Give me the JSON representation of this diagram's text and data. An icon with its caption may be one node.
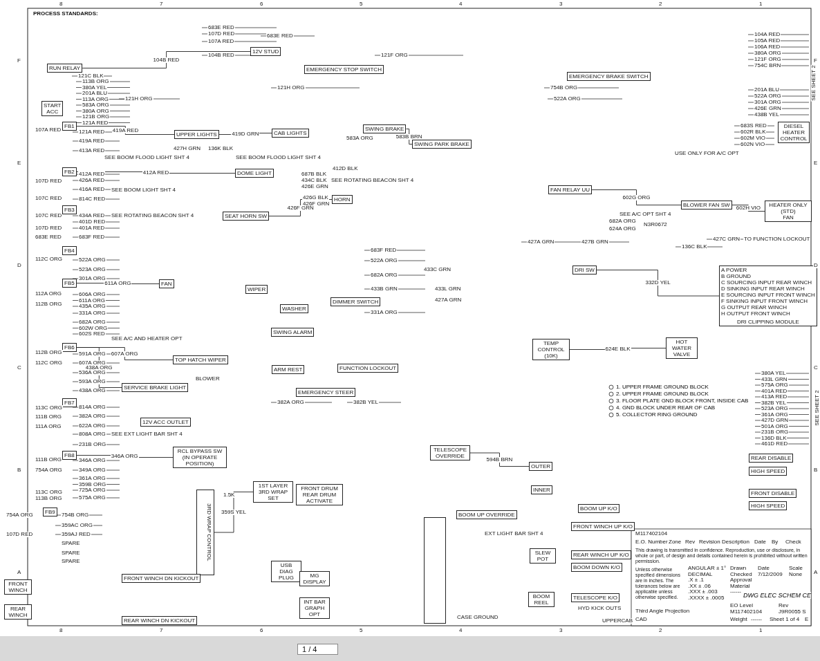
{
  "diagram": {
    "title": "DWG ELEC SCHEM CE",
    "nodes": [
      {
        "text": [
          "RUN RELAY"
        ]
      },
      {
        "text": [
          "START",
          "ACC"
        ]
      },
      {
        "text": [
          "FB1"
        ]
      },
      {
        "text": [
          "UPPER LIGHTS"
        ]
      },
      {
        "text": [
          "CAB LIGHTS"
        ]
      },
      {
        "text": [
          "DOME LIGHT"
        ]
      },
      {
        "text": [
          "FB2"
        ]
      },
      {
        "text": [
          "HORN"
        ]
      },
      {
        "text": [
          "SEAT HORN SW"
        ]
      },
      {
        "text": [
          "FB3"
        ]
      },
      {
        "text": [
          "EMERGENCY STOP SWITCH"
        ]
      },
      {
        "text": [
          "12V STUD"
        ]
      },
      {
        "text": [
          "SWING BRAKE"
        ]
      },
      {
        "text": [
          "SWING PARK BRAKE"
        ]
      },
      {
        "text": [
          "EMERGENCY BRAKE SWITCH"
        ]
      },
      {
        "text": [
          "DIESEL HEATER CONTROL"
        ]
      },
      {
        "text": [
          "FAN RELAY UU"
        ]
      },
      {
        "text": [
          "BLOWER FAN SW"
        ]
      },
      {
        "text": [
          "HEATER ONLY (STD)",
          "FAN"
        ]
      },
      {
        "text": [
          "FB4"
        ]
      },
      {
        "text": [
          "FB5"
        ]
      },
      {
        "text": [
          "FAN"
        ]
      },
      {
        "text": [
          "WIPER"
        ]
      },
      {
        "text": [
          "WASHER"
        ]
      },
      {
        "text": [
          "DIMMER SWITCH"
        ]
      },
      {
        "text": [
          "DRI SW"
        ]
      },
      {
        "text": [
          "A POWER",
          "B GROUND",
          "C SOURCING INPUT REAR WINCH",
          "D SINKING INPUT REAR WINCH",
          "E SOURCING INPUT FRONT WINCH",
          "F SINKING INPUT FRONT WINCH",
          "G OUTPUT REAR WINCH",
          "H OUTPUT FRONT WINCH",
          "DRI CLIPPING MODULE"
        ]
      },
      {
        "text": [
          "SWING ALARM"
        ]
      },
      {
        "text": [
          "FB6"
        ]
      },
      {
        "text": [
          "TOP HATCH WIPER"
        ]
      },
      {
        "text": [
          "SERVICE BRAKE LIGHT"
        ]
      },
      {
        "text": [
          "EMERGENCY STEER"
        ]
      },
      {
        "text": [
          "ARM REST"
        ]
      },
      {
        "text": [
          "FUNCTION LOCKOUT"
        ]
      },
      {
        "text": [
          "TEMP CONTROL (10K)"
        ]
      },
      {
        "text": [
          "HOT WATER VALVE"
        ]
      },
      {
        "text": [
          "FB7"
        ]
      },
      {
        "text": [
          "12V ACC OUTLET"
        ]
      },
      {
        "text": [
          "RCL BYPASS SW (IN OPERATE POSITION)"
        ]
      },
      {
        "text": [
          "FB8"
        ]
      },
      {
        "text": [
          "1ST LAYER 3RD WRAP SET"
        ]
      },
      {
        "text": [
          "FRONT DRUM REAR DRUM ACTIVATE"
        ]
      },
      {
        "text": [
          "3RD WRAP CONTROL"
        ]
      },
      {
        "text": [
          "FB9"
        ]
      },
      {
        "text": [
          "FRONT WINCH"
        ]
      },
      {
        "text": [
          "REAR WINCH"
        ]
      },
      {
        "text": [
          "USB DIAG PLUG"
        ]
      },
      {
        "text": [
          "MG DISPLAY"
        ]
      },
      {
        "text": [
          "INT BAR GRAPH OPT"
        ]
      },
      {
        "text": [],
        "shape": "box"
      },
      {
        "text": [
          "TELESCOPE OVERRIDE"
        ]
      },
      {
        "text": [
          "OUTER"
        ]
      },
      {
        "text": [
          "INNER"
        ]
      },
      {
        "text": [
          "BOOM UP OVERRIDE"
        ]
      },
      {
        "text": [
          "BOOM UP K/O"
        ]
      },
      {
        "text": [
          "FRONT WINCH UP K/O"
        ]
      },
      {
        "text": [
          "REAR WINCH UP K/O"
        ]
      },
      {
        "text": [
          "BOOM DOWN K/O"
        ]
      },
      {
        "text": [
          "TELESCOPE K/O"
        ]
      },
      {
        "text": [
          "SLEW POT"
        ]
      },
      {
        "text": [
          "BOOM REEL"
        ]
      },
      {
        "text": [
          "REAR DISABLE"
        ]
      },
      {
        "text": [
          "HIGH SPEED"
        ]
      },
      {
        "text": [
          "FRONT DISABLE"
        ]
      },
      {
        "text": [
          "HIGH SPEED"
        ]
      },
      {
        "text": [
          "FRONT WINCH DN KICKOUT"
        ]
      },
      {
        "text": [
          "REAR WINCH DN KICKOUT"
        ]
      }
    ],
    "edges": [
      {
        "from": 0,
        "to": 11,
        "arrow": "none",
        "label": "104B RED"
      },
      {
        "from": 2,
        "to": 3,
        "arrow": "none",
        "label": "419A RED"
      },
      {
        "from": 3,
        "to": 4,
        "arrow": "none",
        "label": "419D GRN"
      },
      {
        "from": 6,
        "to": 5,
        "arrow": "none",
        "label": "412A RED"
      },
      {
        "from": 8,
        "to": 7,
        "arrow": "none",
        "label": "426F GRN"
      },
      {
        "from": 12,
        "to": 13,
        "arrow": "none",
        "label": "583B BRN"
      },
      {
        "from": 34,
        "to": 35,
        "arrow": "none",
        "label": "624E BLK"
      },
      {
        "from": 16,
        "to": 17,
        "arrow": "none",
        "label": "602G ORG"
      },
      {
        "from": 17,
        "to": 18,
        "arrow": "none",
        "label": "602H VIO"
      },
      {
        "from": 25,
        "to": 26,
        "arrow": "none",
        "label": "332D YEL"
      },
      {
        "from": 20,
        "to": 21,
        "arrow": "none",
        "label": "611A ORG"
      },
      {
        "from": 28,
        "to": 29,
        "arrow": "none",
        "label": "607A ORG"
      },
      {
        "from": 28,
        "to": 30,
        "arrow": "none",
        "label": "438A ORG"
      },
      {
        "from": 39,
        "to": 38,
        "arrow": "none",
        "label": "346A ORG"
      },
      {
        "from": 42,
        "to": 40,
        "arrow": "none",
        "label": "359S YEL"
      },
      {
        "from": 50,
        "to": 51,
        "arrow": "none",
        "label": "594B BRN"
      }
    ],
    "labels": [
      "8",
      "7",
      "6",
      "5",
      "4",
      "3",
      "2",
      "1",
      "F",
      "E",
      "D",
      "C",
      "B",
      "A",
      "F",
      "E",
      "D",
      "C",
      "B",
      "A",
      "8",
      "7",
      "6",
      "5",
      "4",
      "3",
      "2",
      "1",
      "PROCESS STANDARDS:",
      "683E RED",
      "107D RED",
      "107A RED",
      "104B RED",
      "683E RED",
      "121H ORG",
      "121F ORG",
      "754B ORG",
      "522A ORG",
      "104A RED",
      "105A RED",
      "106A RED",
      "380A ORG",
      "121F ORG",
      "754C BRN",
      "SEE SHEET 2",
      "201A BLU",
      "522A ORG",
      "301A ORG",
      "426E GRN",
      "438B YEL",
      "683S RED",
      "602R BLK",
      "602M VIO",
      "602N VIO",
      "380A YEL",
      "433L GRN",
      "575A ORG",
      "401A RED",
      "413A RED",
      "382B YEL",
      "523A ORG",
      "361A ORG",
      "427D GRN",
      "501A ORG",
      "231B ORG",
      "136D BLK",
      "461D RED",
      "SEE SHEET 2",
      "121C BLK",
      "113B ORG",
      "380A YEL",
      "201A BLU",
      "113A ORG",
      "583A ORG",
      "380A ORG",
      "121B ORG",
      "121A RED",
      "121H ORG",
      "121A RED",
      "419A RED",
      "413A RED",
      "412A RED",
      "426A RED",
      "416A RED",
      "814C RED",
      "434A RED",
      "401D RED",
      "401A RED",
      "683F RED",
      "522A ORG",
      "523A ORG",
      "301A ORG",
      "606A ORG",
      "611A ORG",
      "435A ORG",
      "331A ORG",
      "682A ORG",
      "602W ORG",
      "602S RED",
      "591A ORG",
      "607A ORG",
      "536A ORG",
      "593A ORG",
      "438A ORG",
      "814A ORG",
      "382A ORG",
      "622A ORG",
      "808A ORG",
      "231B ORG",
      "346A ORG",
      "349A ORG",
      "361A ORG",
      "359B ORG",
      "725A ORG",
      "575A ORG",
      "754B ORG",
      "359AC ORG",
      "359AJ RED",
      "SPARE",
      "SPARE",
      "SPARE",
      "107A RED",
      "107D RED",
      "107C RED",
      "107C RED",
      "107D RED",
      "683E RED",
      "112C ORG",
      "112A ORG",
      "112B ORG",
      "112B ORG",
      "112C ORG",
      "113C ORG",
      "111B ORG",
      "111A ORG",
      "111B ORG",
      "754A ORG",
      "113C ORG",
      "113B ORG",
      "754A ORG",
      "107D RED",
      "SEE BOOM FLOOD LIGHT SHT 4",
      "427H GRN",
      "136K BLK",
      "SEE BOOM FLOOD LIGHT SHT 4",
      "SEE BOOM LIGHT SHT 4",
      "SEE ROTATING BEACON SHT 4",
      "412D BLK",
      "687B BLK",
      "434C BLK",
      "SEE ROTATING BEACON SHT 4",
      "426E GRN",
      "426G BLK",
      "426F GRN",
      "583A ORG",
      "683F RED",
      "522A ORG",
      "682A ORG",
      "433B GRN",
      "331A ORG",
      "433C GRN",
      "433L GRN",
      "427A GRN",
      "427A GRN",
      "427B GRN",
      "136C BLK",
      "427C GRN",
      "TO FUNCTION LOCKOUT",
      "SEE A/C OPT SHT 4",
      "682A ORG",
      "624A ORG",
      "N3R0672",
      "USE ONLY FOR A/C OPT",
      "SEE A/C AND HEATER OPT",
      "SEE EXT LIGHT BAR SHT 4",
      "BLOWER",
      "382A ORG",
      "382B YEL",
      "1.5K",
      "EXT LIGHT BAR SHT 4",
      "HYD KICK OUTS",
      "CASE GROUND",
      "UPPERCAB",
      "M117402104",
      "E.O. Number",
      "Zone",
      "Rev",
      "Revision Description",
      "Date",
      "By",
      "Check",
      "This drawing is transmitted in confidence. Reproduction, use or disclosure, in whole or part, of design and details contained herein is prohibited without written permission.",
      "Unless otherwise specified dimensions are in inches. The tolerances below are applicable unless otherwise specified.",
      "ANGULAR ± 1°",
      "DECIMAL",
      ".X ± .1",
      ".XX ± .06",
      ".XXX ± .003",
      ".XXXX ± .0005",
      "Third Angle Projection",
      "CAD",
      "Drawn",
      "Checked",
      "Approval",
      "Material",
      "------",
      "Date",
      "7/12/2009",
      "Scale",
      "None",
      "EO Level",
      "M117402104",
      "Rev",
      "J9R0055 S",
      "Weight",
      "------",
      "Sheet 1 of 4",
      "E",
      "1 / 4"
    ],
    "legend": [
      {
        "text": "1. UPPER FRAME GROUND BLOCK"
      },
      {
        "text": "2. UPPER FRAME GROUND BLOCK"
      },
      {
        "text": "3. FLOOR PLATE GND BLOCK FRONT, INSIDE CAB"
      },
      {
        "text": "4. GND BLOCK UNDER REAR OF CAB"
      },
      {
        "text": "5. COLLECTOR RING GROUND"
      }
    ]
  }
}
